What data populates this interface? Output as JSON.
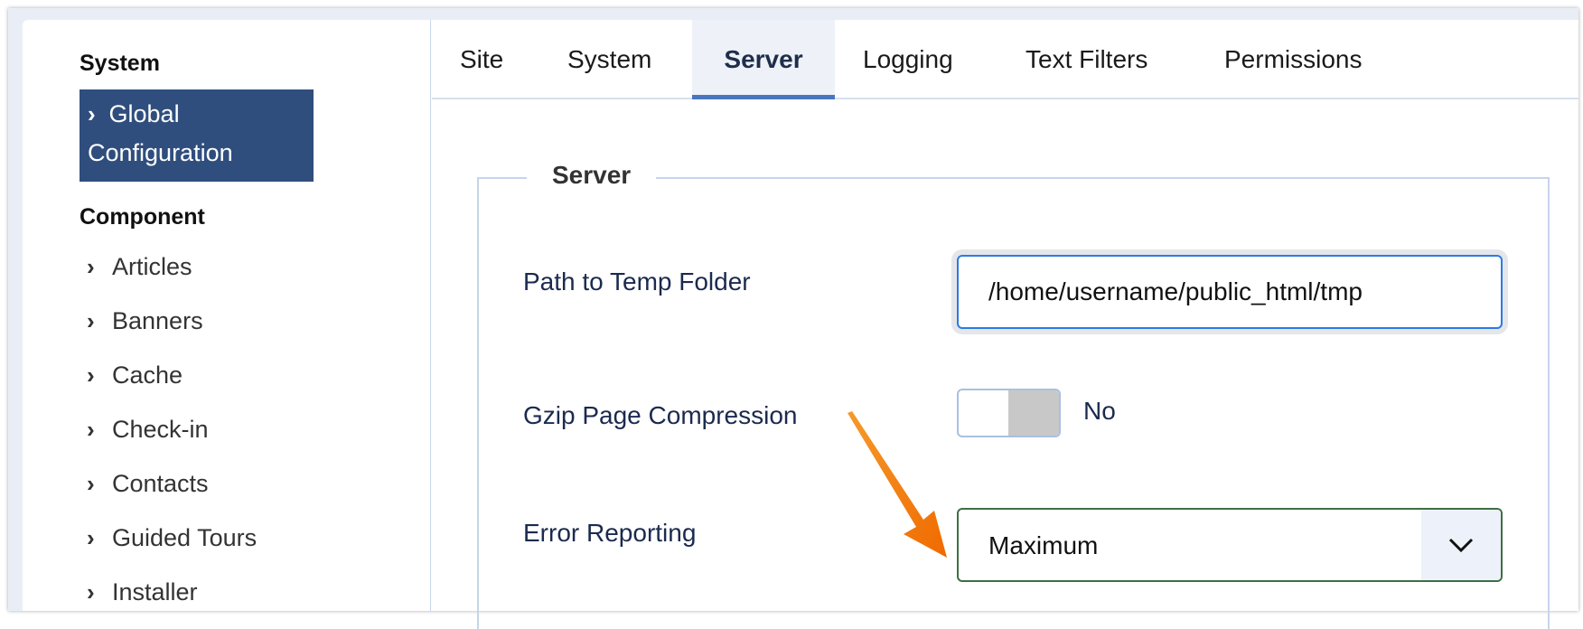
{
  "sidebar": {
    "system_heading": "System",
    "active_item": "Global Configuration",
    "component_heading": "Component",
    "items": [
      "Articles",
      "Banners",
      "Cache",
      "Check-in",
      "Contacts",
      "Guided Tours",
      "Installer"
    ]
  },
  "tabs": [
    "Site",
    "System",
    "Server",
    "Logging",
    "Text Filters",
    "Permissions"
  ],
  "active_tab": "Server",
  "fieldset": {
    "legend": "Server",
    "path_label": "Path to Temp Folder",
    "path_value": "/home/username/public_html/tmp",
    "gzip_label": "Gzip Page Compression",
    "gzip_value": "No",
    "error_label": "Error Reporting",
    "error_value": "Maximum"
  },
  "colors": {
    "accent": "#2f4e7d",
    "annotation_arrow": "#f57c00"
  }
}
